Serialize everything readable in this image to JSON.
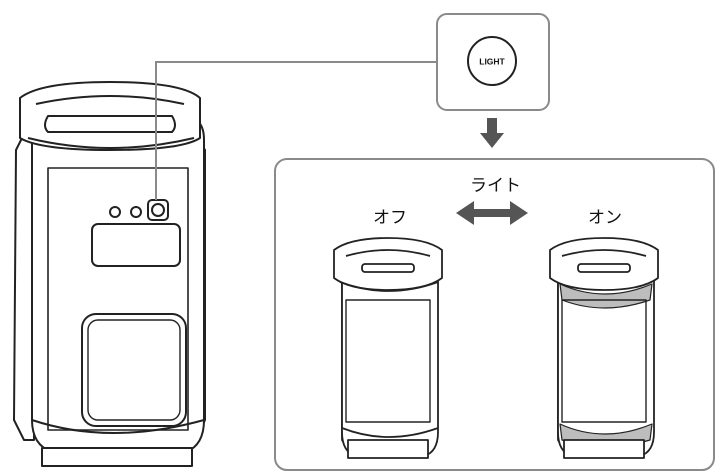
{
  "callout": {
    "button_label": "LIGHT"
  },
  "panel": {
    "title": "ライト",
    "off_label": "オフ",
    "on_label": "オン"
  },
  "colors": {
    "line": "#222222",
    "panel_border": "#8a8a8a",
    "arrow": "#555555",
    "glow": "#bdbdbd"
  }
}
